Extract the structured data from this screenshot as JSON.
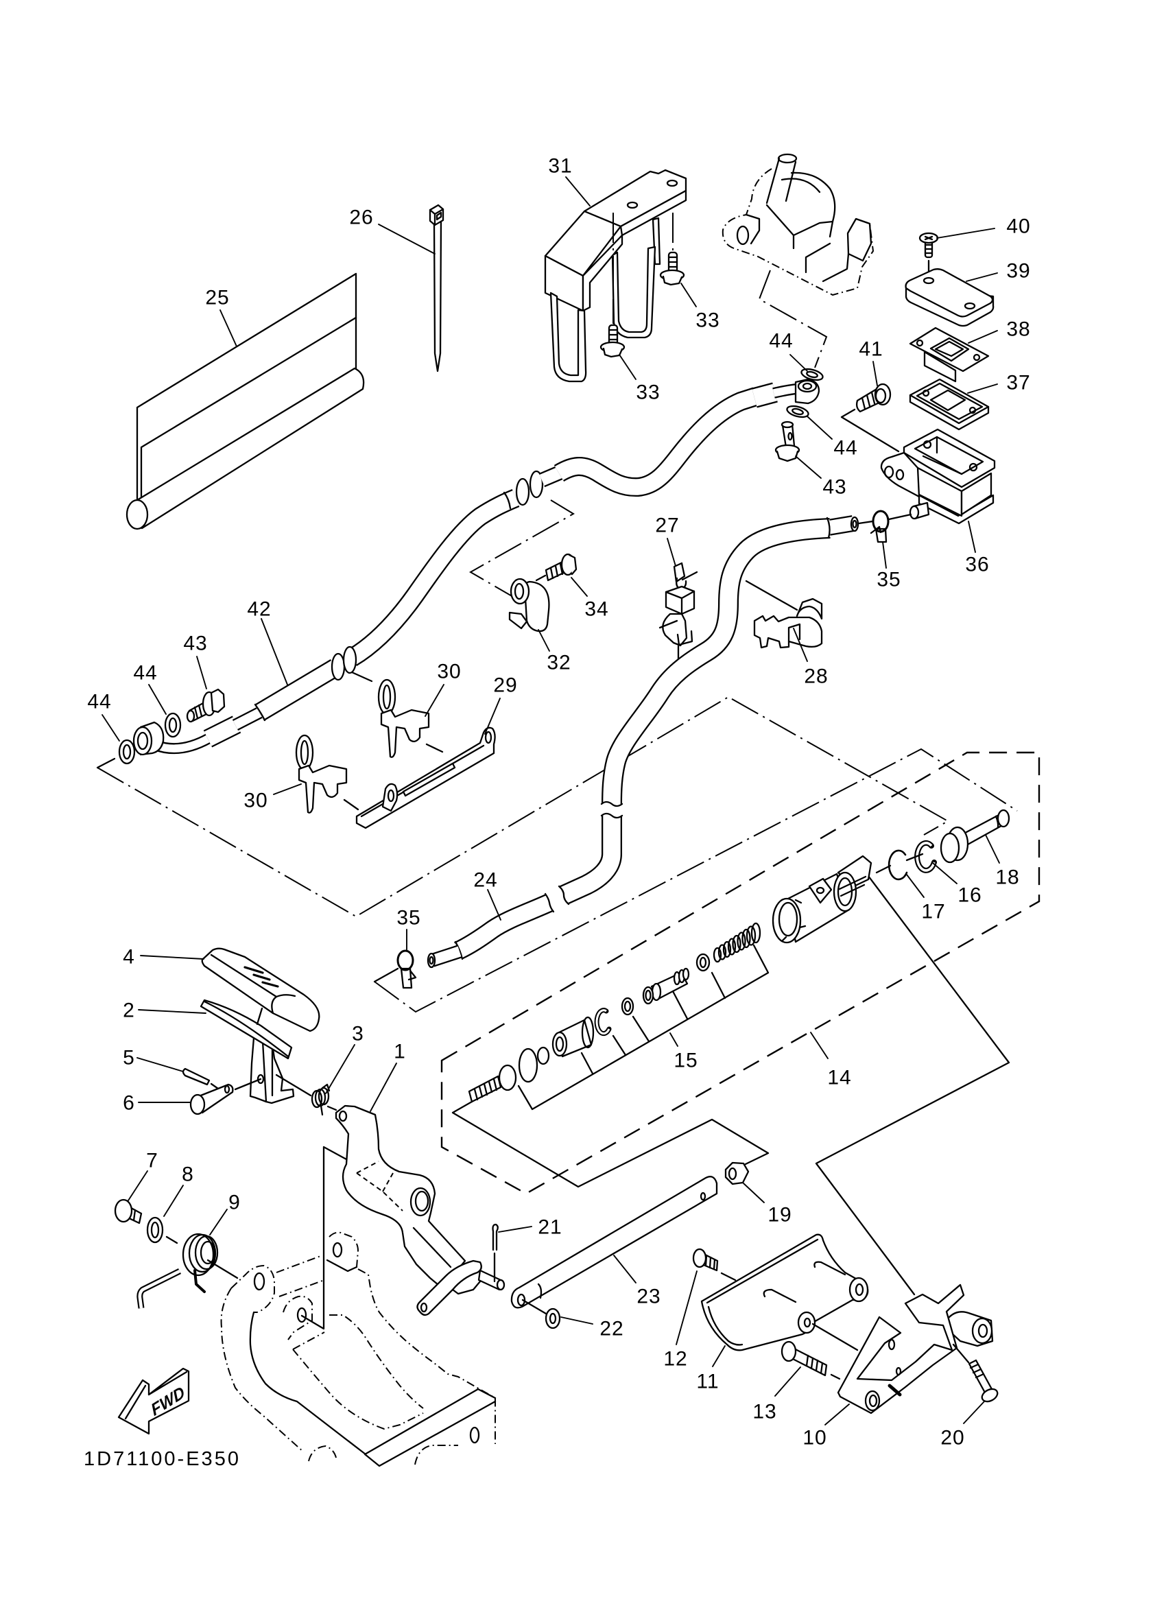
{
  "diagram": {
    "title_code": "1D71100-E350",
    "fwd_label": "FWD",
    "callouts": [
      "31",
      "26",
      "25",
      "40",
      "39",
      "33",
      "33",
      "38",
      "44",
      "41",
      "37",
      "44",
      "43",
      "36",
      "35",
      "27",
      "34",
      "32",
      "28",
      "42",
      "43",
      "44",
      "44",
      "30",
      "29",
      "30",
      "18",
      "16",
      "17",
      "24",
      "35",
      "4",
      "2",
      "3",
      "1",
      "15",
      "14",
      "5",
      "6",
      "7",
      "8",
      "9",
      "19",
      "21",
      "23",
      "22",
      "12",
      "11",
      "13",
      "10",
      "20"
    ]
  }
}
